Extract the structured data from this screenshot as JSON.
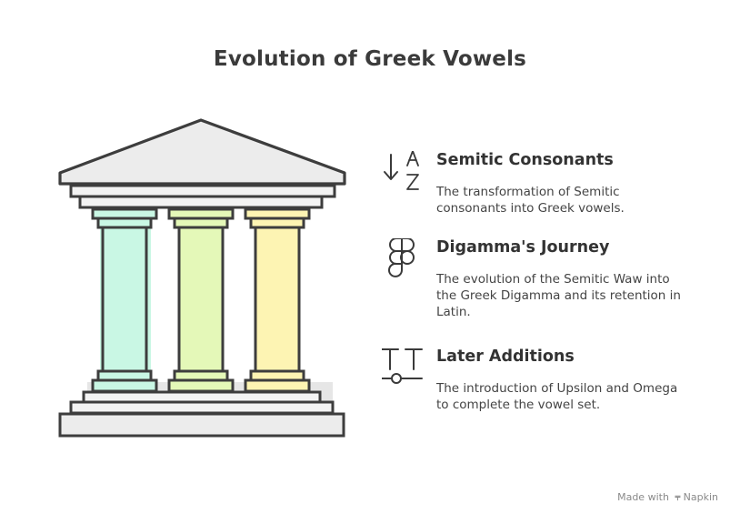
{
  "title": "Evolution of Greek Vowels",
  "items": [
    {
      "icon": "sort-a-z-icon",
      "heading": "Semitic Consonants",
      "description": "The transformation of Semitic consonants into Greek vowels."
    },
    {
      "icon": "figma-logo-icon",
      "heading": "Digamma's Journey",
      "description": "The evolution of the Semitic Waw into the Greek Digamma and its retention in Latin."
    },
    {
      "icon": "text-letters-icon",
      "heading": "Later Additions",
      "description": "The introduction of Upsilon and Omega to complete the vowel set."
    }
  ],
  "pillar_colors": [
    "#c9f7e4",
    "#e4f8b8",
    "#fdf4b3"
  ],
  "credit": {
    "prefix": "Made with",
    "brand": "Napkin"
  }
}
